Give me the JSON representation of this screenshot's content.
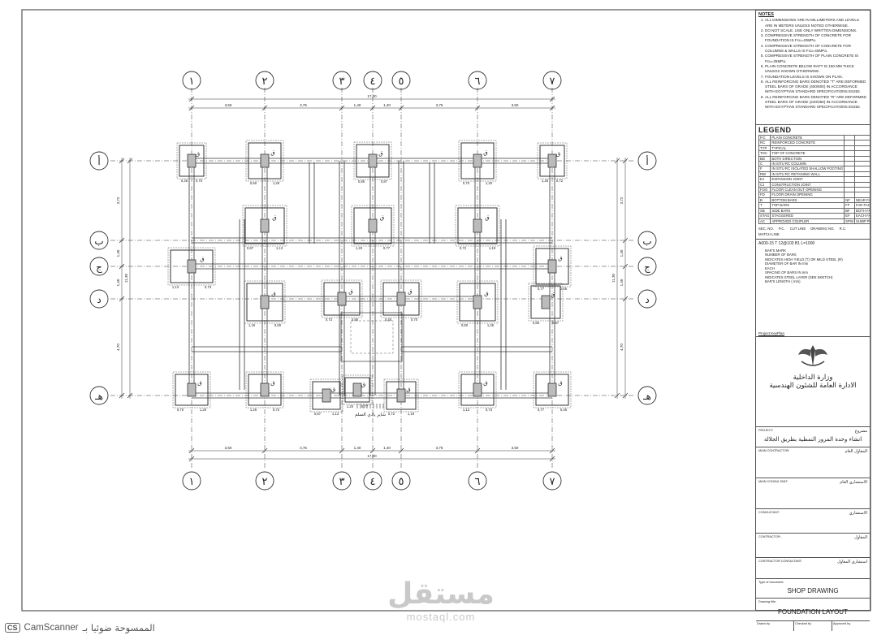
{
  "grid_numbers": [
    "١",
    "٢",
    "٣",
    "٤",
    "٥",
    "٦",
    "٧"
  ],
  "grid_letters": [
    "أ",
    "ب",
    "ج",
    "د",
    "هـ"
  ],
  "top_overall_dim": "17,00",
  "span_dims": [
    "3,50",
    "3,75",
    "1,40",
    "1,40",
    "3,75",
    "3,50"
  ],
  "row_dims": [
    "3,72",
    "1,40",
    "1,40",
    "4,70"
  ],
  "row_overall_dim": "11,30",
  "footing_label": "ق",
  "stair_label": "شاير يادي السلم",
  "sample_dims": [
    "0,45",
    "0,60",
    "0,85",
    "0,70",
    "1,26",
    "0,87",
    "1,20",
    "0,72",
    "1,13",
    "0,77",
    "1,19",
    "0,73"
  ],
  "notes": {
    "title": "NOTES",
    "items": [
      "ALL DIMENSIONS ARE IN MILLIMETERS AND LEVELS ARE IN METERS UNLESS NOTED OTHERWISE.",
      "DO NOT SCALE, USE ONLY WRITTEN DIMENSIONS.",
      "COMPRESSIVE STRENGTH OF CONCRETE FOR FOUNDATION IS Fcu=40MPa.",
      "COMPRESSIVE STRENGTH OF CONCRETE FOR COLUMNS & WALLS IS Fcu=40MPa.",
      "COMPRESSIVE STRENGTH OF PLAIN CONCRETE IS Fcu=25MPa.",
      "PLAIN CONCRETE BELOW RAFT IS 150 MM THICK UNLESS SHOWN OTHERWISE.",
      "FOUNDATION LEVELS IS SHOWN ON PLAN.",
      "ALL REINFORCING BARS DENOTED \"T\" ARE DEFORMED STEEL BARS OF GRADE (400/600) IN ACCORDANCE WITH EGYPTIAN STANDARD SPECIFICATIONS ES262.",
      "ALL REINFORCING BARS DENOTED \"R\" ARE DEFORMED STEEL BARS OF GRADE (240/350) IN ACCORDANCE WITH EGYPTIAN STANDARD SPECIFICATIONS ES262."
    ]
  },
  "legend": {
    "title": "LEGEND",
    "rows": [
      [
        "P.C",
        "PLAIN CONCRETE",
        "",
        ""
      ],
      [
        "RC",
        "REINFORCED CONCRETE",
        "",
        ""
      ],
      [
        "TYP",
        "TYPICAL",
        "",
        ""
      ],
      [
        "TOC",
        "TOP OF CONCRETE",
        "",
        ""
      ],
      [
        "BD",
        "BOTH DIRECTION",
        "",
        ""
      ],
      [
        "C",
        "IN SITU RC COLUMN",
        "",
        ""
      ],
      [
        "F",
        "IN SITU RC ISOLATED SHALLOW FOOTING",
        "",
        ""
      ],
      [
        "RW",
        "IN SITU RC RETAINING WALL",
        "",
        ""
      ],
      [
        "EJ",
        "EXPANSION JOINT",
        "",
        ""
      ],
      [
        "CJ",
        "CONSTRUCTION JOINT",
        "",
        ""
      ],
      [
        "FOO",
        "FLOOR CLEAN OUT OPENING",
        "",
        ""
      ],
      [
        "FD",
        "FLOOR DRAIN OPENING",
        "",
        ""
      ],
      [
        "B",
        "BOTTOM BARS",
        "NF",
        "NEAR FACE"
      ],
      [
        "T",
        "TOP BARS",
        "FF",
        "FAR FACE"
      ],
      [
        "SB",
        "SIDE BARS",
        "BF",
        "BOTH FACE"
      ],
      [
        "STAG",
        "STAGGERED",
        "EF",
        "EACH FACE"
      ],
      [
        "AC",
        "APPROVED COUPLER",
        "SPW",
        "SUMP PIT WALL"
      ]
    ],
    "symbols": [
      "SEC. NO.",
      "P.C.",
      "CUT LINE",
      "DRAWING NO.",
      "R.C.",
      "MATCH LINE"
    ]
  },
  "bar_mark": {
    "example": "A000-15 T 12@100 B1 L=1000",
    "items": [
      "BAR'S MARK",
      "NUMBER OF BARS",
      "INDICATES HIGH YIELD (T) OR MILD STEEL (R)",
      "DIAMETER OF BAR IN mm",
      "EACH",
      "SPACING OF BARS IN mm",
      "INDICATES STEEL LAYER (SEE SKETCH)",
      "BAR'S LENGTH ( mm)"
    ],
    "key_plan": "Project KeyPlan"
  },
  "authority": [
    "وزارة الداخلية",
    "الادارة العامة للشئون الهندسية"
  ],
  "title_rows": [
    {
      "label": "PROJECT:",
      "label_ar": "مشروع",
      "value_ar": "انشاء وحدة المرور النمطية بطريق الجلالة"
    },
    {
      "label": "MAIN CONTRACTOR:",
      "label_ar": "المقاول العام",
      "value": ""
    },
    {
      "label": "MAIN CONSULTANT:",
      "label_ar": "الاستشاري العام",
      "value": ""
    },
    {
      "label": "CONSULTANT:",
      "label_ar": "الاستشاري",
      "value": ""
    },
    {
      "label": "CONTRACTOR:",
      "label_ar": "المقاول",
      "value": ""
    },
    {
      "label": "CONTRACTOR CONSULTANT:",
      "label_ar": "استشاري المقاول",
      "value": ""
    },
    {
      "label": "Type of document:",
      "label_ar": "",
      "value": "SHOP DRAWING"
    },
    {
      "label": "Drawing title:",
      "label_ar": "",
      "value": "FOUNDATION LAYOUT"
    }
  ],
  "signatures": [
    "Drawn by",
    "Checked by",
    "Approved by"
  ],
  "scanner": {
    "badge": "CS",
    "name": "CamScanner",
    "arabic": "الممسوحة ضوئيا بـ"
  },
  "watermark": {
    "arabic": "مستقل",
    "latin": "mostaql.com"
  }
}
